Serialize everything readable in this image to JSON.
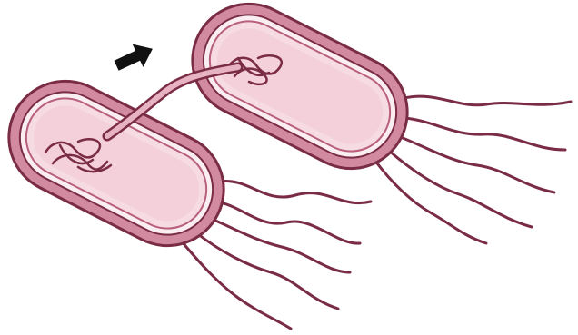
{
  "diagram": {
    "subject": "bacterial-conjugation",
    "colors": {
      "background": "#ffffff",
      "outline": "#7a2c45",
      "membrane": "#d28aa0",
      "cytoplasm": "#f6dbe3",
      "inner_fill": "#fbeef2",
      "flagella": "#7a2c45",
      "arrow": "#111111"
    },
    "elements": [
      {
        "name": "donor-bacterium",
        "kind": "rod-shaped cell with DNA coil and flagella"
      },
      {
        "name": "recipient-bacterium",
        "kind": "rod-shaped cell with DNA coil and flagella"
      },
      {
        "name": "pilus-bridge",
        "kind": "tube connecting the two cells"
      },
      {
        "name": "direction-arrow",
        "kind": "black block arrow pointing up-right"
      }
    ]
  }
}
